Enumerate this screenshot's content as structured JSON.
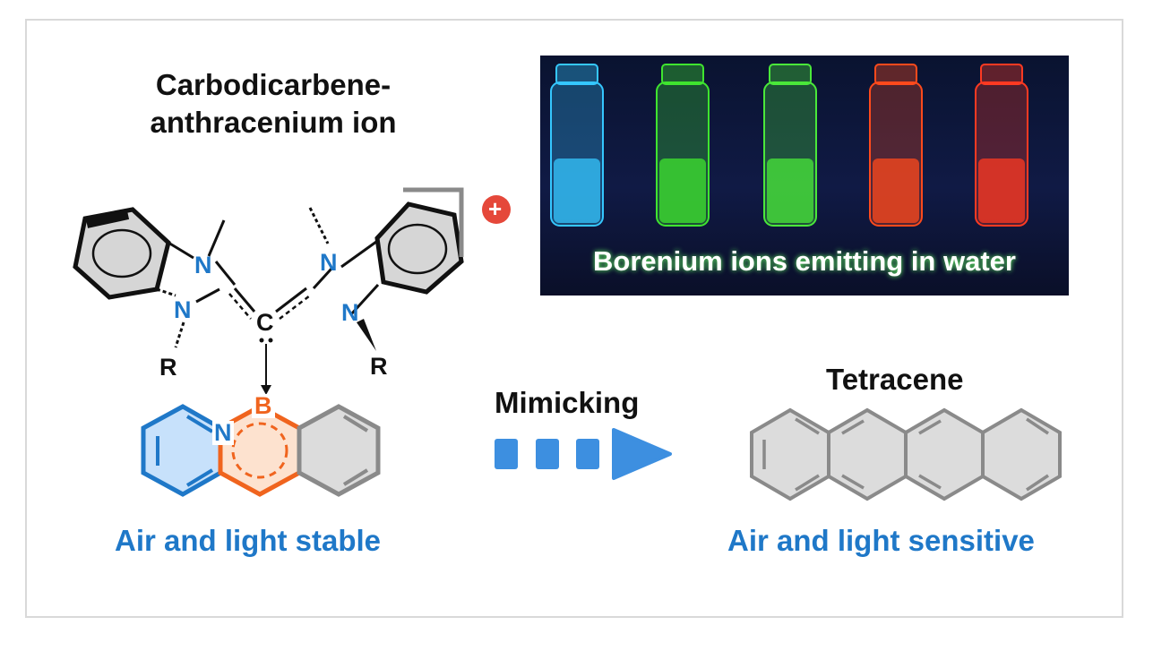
{
  "titles": {
    "cda_title_line1": "Carbodicarbene-",
    "cda_title_line2": "anthracenium ion",
    "stable_label": "Air and light stable",
    "sensitive_label": "Air and light sensitive",
    "mimicking_label": "Mimicking",
    "tetracene_label": "Tetracene"
  },
  "atoms": {
    "n_left_top": "N",
    "n_left_bottom": "N",
    "n_right_top": "N",
    "n_right_bottom": "N",
    "c_center": "C",
    "r_left": "R",
    "r_right": "R",
    "boron": "B",
    "n_pyridine": "N"
  },
  "charge": "+",
  "photo": {
    "caption": "Borenium ions emitting in water",
    "vial_colors": [
      "#35c7ff",
      "#3fe52f",
      "#4ae83a",
      "#ff4a1c",
      "#ff3a22"
    ]
  },
  "colors": {
    "blue_accent": "#1f78c8",
    "orange": "#f0641e",
    "gray_ring": "#8a8a8a",
    "arrow_blue": "#3d8fe0"
  }
}
